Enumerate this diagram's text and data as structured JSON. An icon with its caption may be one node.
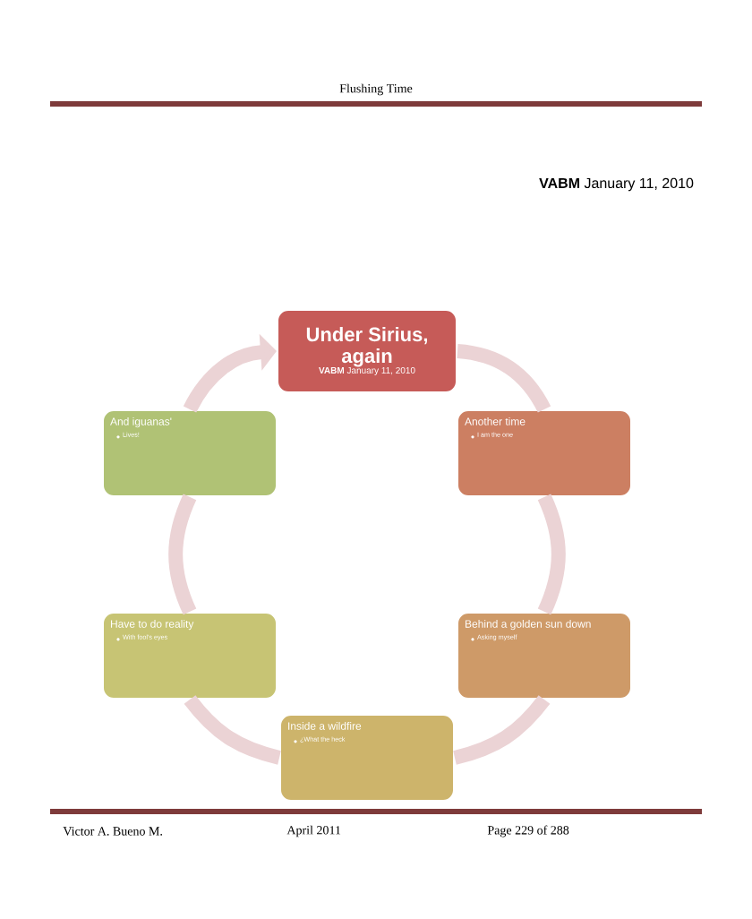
{
  "diagram": {
    "title": "Flushing Time",
    "nodes": [
      {
        "text": [
          "Under Sirius, again",
          "**VABM** January 11, 2010"
        ]
      },
      {
        "text": [
          "Another time",
          "I am the one"
        ]
      },
      {
        "text": [
          "Behind a golden sun down",
          "Asking myself"
        ]
      },
      {
        "text": [
          "Inside a wildfire",
          "¿What the heck"
        ]
      },
      {
        "text": [
          "Have to do reality",
          "With fool's eyes"
        ]
      },
      {
        "text": [
          "And iguanas'",
          "Lives!"
        ]
      }
    ],
    "edges": [
      {
        "from": 0,
        "to": 1,
        "arrow": "none"
      },
      {
        "from": 1,
        "to": 2,
        "arrow": "none"
      },
      {
        "from": 2,
        "to": 3,
        "arrow": "none"
      },
      {
        "from": 3,
        "to": 4,
        "arrow": "none"
      },
      {
        "from": 4,
        "to": 5,
        "arrow": "none"
      },
      {
        "from": 5,
        "to": 0,
        "arrow": "to"
      }
    ],
    "labels": [
      "**VABM** January 11, 2010",
      "Victor A. Bueno M.",
      "April 2011",
      "Page 229 of 288"
    ]
  }
}
